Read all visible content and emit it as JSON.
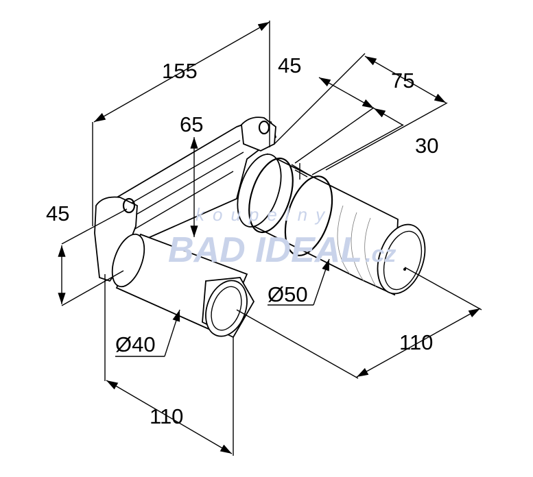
{
  "dimensions": {
    "overall_length": "155",
    "top_depth_45": "45",
    "top_depth_75": "75",
    "top_depth_30": "30",
    "height_65": "65",
    "left_height_45": "45",
    "diameter_large": "Ø50",
    "diameter_small": "Ø40",
    "projection_right": "110",
    "projection_bottom": "110"
  },
  "watermark": {
    "small": "koupelny",
    "large": "BAD IDEAL",
    "suffix": ".cz"
  }
}
